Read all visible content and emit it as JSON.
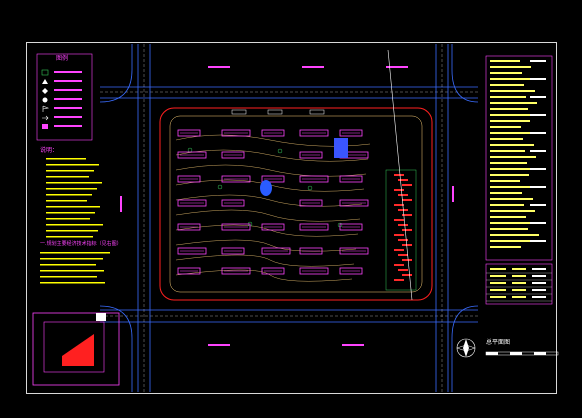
{
  "drawing": {
    "colors": {
      "background": "#000000",
      "frame": "#d8d8d8",
      "road": "#3a6cff",
      "road_center": "#ffffff",
      "site_boundary": "#ff2020",
      "building": "#ff44ff",
      "landscape": "#ffd27a",
      "green": "#34c759",
      "legend_text": "#ff44ff",
      "notes_text": "#ffff00",
      "title_block": "#ffff66",
      "water": "#2a5cff",
      "parking": "#ff2a2a"
    },
    "legend": {
      "title": "图例",
      "items": [
        {
          "icon": "square-icon",
          "label": "",
          "color": "#34c759"
        },
        {
          "icon": "triangle-icon",
          "label": "",
          "color": "#ffffff"
        },
        {
          "icon": "diamond-icon",
          "label": "",
          "color": "#ffffff"
        },
        {
          "icon": "circle-icon",
          "label": "",
          "color": "#ffffff"
        },
        {
          "icon": "flag-icon",
          "label": "",
          "color": "#ffffff"
        },
        {
          "icon": "arrow-icon",
          "label": "",
          "color": "#ffffff"
        },
        {
          "icon": "hatch-icon",
          "label": "",
          "color": "#ff44ff"
        }
      ]
    },
    "notes": {
      "title": "说明：",
      "subtitle": "一.规划主要经济技术指标（见右图）"
    },
    "title_block": {
      "drawing_title": "总平面图"
    },
    "north_arrow": "north-arrow-icon",
    "scale_bar": "scale-bar-icon"
  }
}
